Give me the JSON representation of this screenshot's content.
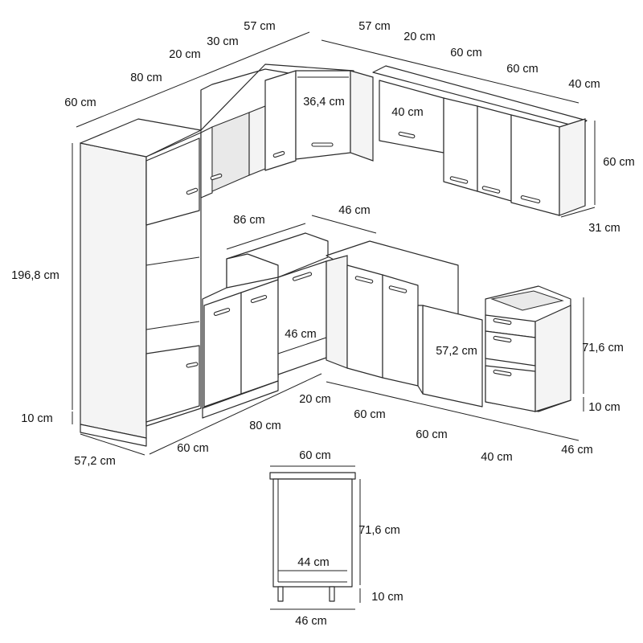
{
  "diagram": {
    "line_color": "#2b2b2b",
    "labels": {
      "upper_tall_depth": "60 cm",
      "upper_80": "80 cm",
      "upper_20_left": "20 cm",
      "upper_30": "30 cm",
      "upper_57_left": "57 cm",
      "upper_57_right": "57 cm",
      "upper_20_right": "20 cm",
      "upper_60_a": "60 cm",
      "upper_60_b": "60 cm",
      "upper_40": "40 cm",
      "corner_width": "36,4 cm",
      "upper_inner_40": "40 cm",
      "upper_height": "60 cm",
      "upper_depth": "31 cm",
      "tall_height": "196,8 cm",
      "base_86": "86 cm",
      "base_46_top": "46 cm",
      "base_46_inner": "46 cm",
      "dishwasher_57": "57,2 cm",
      "base_height": "71,6 cm",
      "plinth_right": "10 cm",
      "plinth_left": "10 cm",
      "base_20": "20 cm",
      "base_60_a": "60 cm",
      "base_80": "80 cm",
      "base_60_b": "60 cm",
      "base_60_tall": "60 cm",
      "base_40": "40 cm",
      "base_46_right": "46 cm",
      "tall_depth": "57,2 cm",
      "detail_width": "60 cm",
      "detail_height": "71,6 cm",
      "detail_inner": "44 cm",
      "detail_plinth": "10 cm",
      "detail_depth": "46 cm"
    }
  }
}
